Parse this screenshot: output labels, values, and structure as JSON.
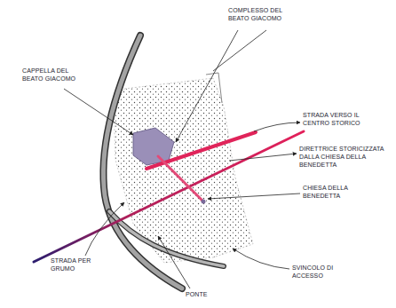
{
  "diagram": {
    "labels": [
      "COMPLESSO DEL BEATO GIACOMO",
      "CAPPELLA DEL BEATO GIACOMO",
      "STRADA VERSO IL CENTRO STORICO",
      "DIRETTRICE STORICIZZATA DALLA CHIESA DELLA BENEDETTA",
      "CHIESA DELLA BENEDETTA",
      "STRADA PER GRUMO",
      "PONTE",
      "SVINCOLO DI ACCESSO"
    ]
  }
}
